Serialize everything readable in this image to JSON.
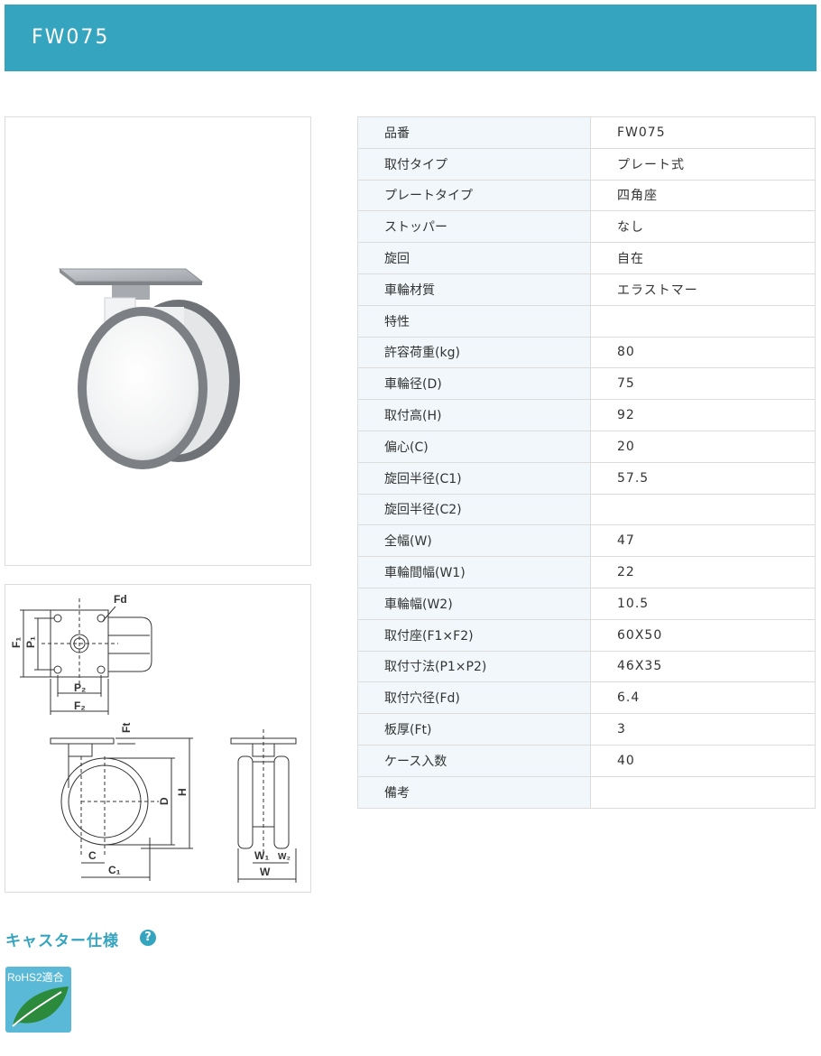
{
  "header": {
    "title": "FW075"
  },
  "specs": {
    "rows": [
      {
        "key": "品番",
        "value": "FW075"
      },
      {
        "key": "取付タイプ",
        "value": "プレート式"
      },
      {
        "key": "プレートタイプ",
        "value": "四角座"
      },
      {
        "key": "ストッパー",
        "value": "なし"
      },
      {
        "key": "旋回",
        "value": "自在"
      },
      {
        "key": "車輪材質",
        "value": "エラストマー"
      },
      {
        "key": "特性",
        "value": ""
      },
      {
        "key": "許容荷重(kg)",
        "value": "80"
      },
      {
        "key": "車輪径(D)",
        "value": "75"
      },
      {
        "key": "取付高(H)",
        "value": "92"
      },
      {
        "key": "偏心(C)",
        "value": "20"
      },
      {
        "key": "旋回半径(C1)",
        "value": "57.5"
      },
      {
        "key": "旋回半径(C2)",
        "value": ""
      },
      {
        "key": "全幅(W)",
        "value": "47"
      },
      {
        "key": "車輪間幅(W1)",
        "value": "22"
      },
      {
        "key": "車輪幅(W2)",
        "value": "10.5"
      },
      {
        "key": "取付座(F1×F2)",
        "value": "60X50"
      },
      {
        "key": "取付寸法(P1×P2)",
        "value": "46X35"
      },
      {
        "key": "取付穴径(Fd)",
        "value": "6.4"
      },
      {
        "key": "板厚(Ft)",
        "value": "3"
      },
      {
        "key": "ケース入数",
        "value": "40"
      },
      {
        "key": "備考",
        "value": ""
      }
    ]
  },
  "diagram": {
    "fd": "Fd",
    "f1": "F₁",
    "p1": "P₁",
    "p2": "P₂",
    "f2": "F₂",
    "ft": "Ft",
    "d": "D",
    "h": "H",
    "c": "C",
    "c1": "C₁",
    "w1": "W₁",
    "w2": "W₂",
    "w": "W"
  },
  "section": {
    "title": "キャスター仕様",
    "help_icon": "?"
  },
  "badge": {
    "label": "RoHS2適合"
  },
  "colors": {
    "accent": "#35a4be",
    "key_bg": "#f1f7fa",
    "border": "#dcdcdc"
  }
}
